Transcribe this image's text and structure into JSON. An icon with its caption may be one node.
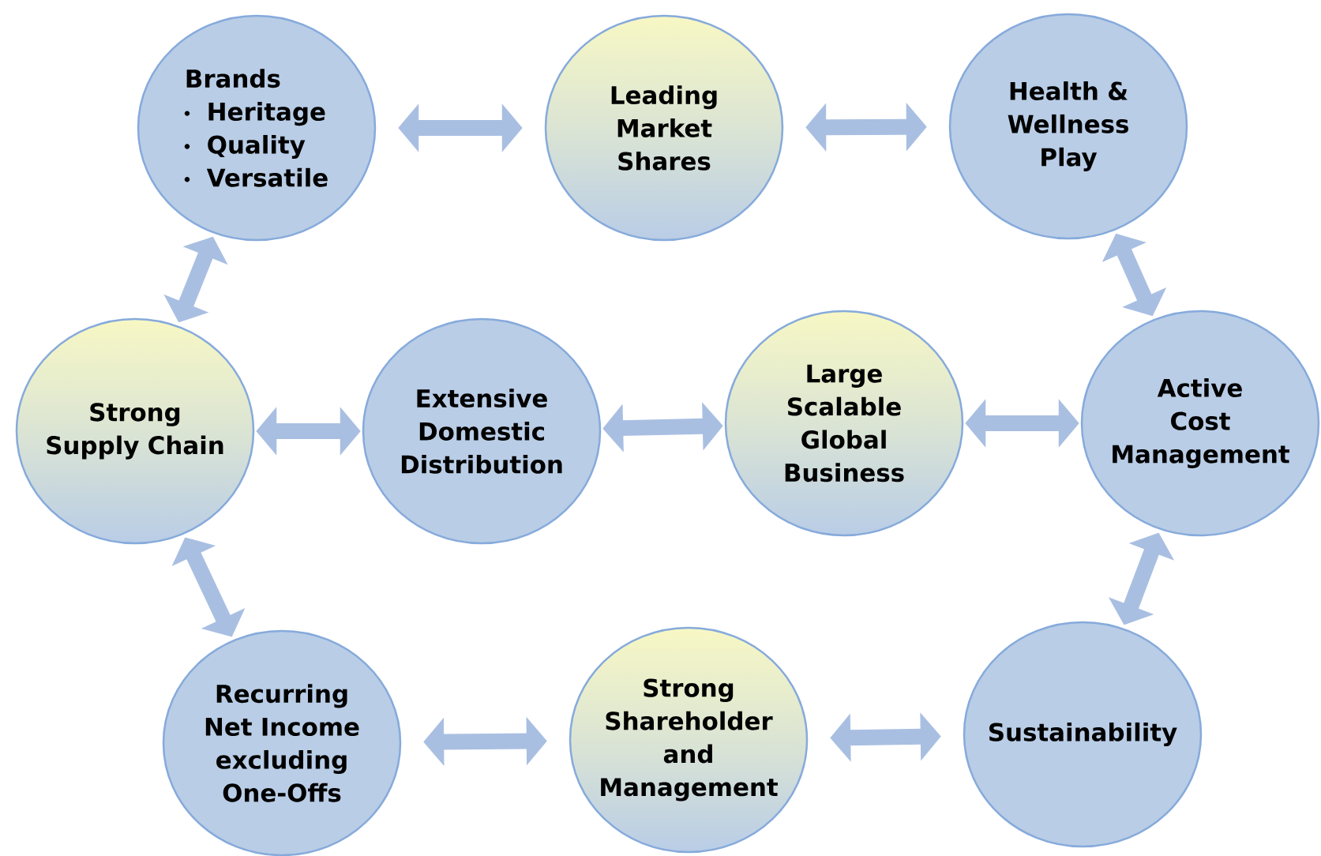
{
  "diagram": {
    "nodes": [
      {
        "text": [
          "Brands",
          "Heritage",
          "Quality",
          "Versatile"
        ]
      },
      {
        "text": [
          "Leading Market Shares"
        ]
      },
      {
        "text": [
          "Health & Wellness Play"
        ]
      },
      {
        "text": [
          "Strong Supply Chain"
        ]
      },
      {
        "text": [
          "Extensive Domestic Distribution"
        ]
      },
      {
        "text": [
          "Large Scalable Global Business"
        ]
      },
      {
        "text": [
          "Active Cost Management"
        ]
      },
      {
        "text": [
          "Recurring Net Income excluding One-Offs"
        ]
      },
      {
        "text": [
          "Strong Shareholder and Management"
        ]
      },
      {
        "text": [
          "Sustainability"
        ]
      }
    ],
    "edges": [
      {
        "from": 0,
        "to": 1,
        "arrow": "both"
      },
      {
        "from": 1,
        "to": 2,
        "arrow": "both"
      },
      {
        "from": 0,
        "to": 3,
        "arrow": "both"
      },
      {
        "from": 2,
        "to": 6,
        "arrow": "both"
      },
      {
        "from": 3,
        "to": 4,
        "arrow": "both"
      },
      {
        "from": 4,
        "to": 5,
        "arrow": "both"
      },
      {
        "from": 5,
        "to": 6,
        "arrow": "both"
      },
      {
        "from": 3,
        "to": 7,
        "arrow": "both"
      },
      {
        "from": 6,
        "to": 9,
        "arrow": "both"
      },
      {
        "from": 7,
        "to": 8,
        "arrow": "both"
      },
      {
        "from": 8,
        "to": 9,
        "arrow": "both"
      }
    ]
  }
}
